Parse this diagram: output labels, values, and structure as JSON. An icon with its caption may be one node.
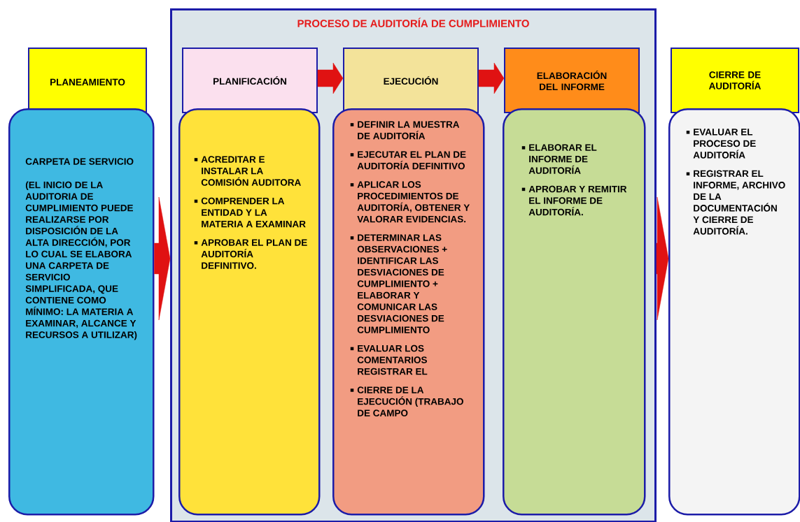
{
  "diagram": {
    "nodes": [
      {
        "text": [
          "PLANEAMIENTO"
        ]
      },
      {
        "text": [
          "CARPETA DE SERVICIO",
          "(EL INICIO DE LA AUDITORIA DE CUMPLIMIENTO PUEDE REALIZARSE POR DISPOSICIÓN DE LA ALTA DIRECCIÓN, POR LO CUAL SE ELABORA UNA CARPETA DE SERVICIO SIMPLIFICADA, QUE CONTIENE COMO MÍNIMO: LA MATERIA A EXAMINAR, ALCANCE Y RECURSOS A UTILIZAR)"
        ]
      },
      {
        "text": [
          "PROCESO DE AUDITORÍA DE CUMPLIMIENTO"
        ]
      },
      {
        "text": [
          "PLANIFICACIÓN"
        ],
        "in": 2
      },
      {
        "text": [
          "ACREDITAR E INSTALAR LA COMISIÓN AUDITORA",
          "COMPRENDER LA ENTIDAD Y LA MATERIA A EXAMINAR",
          "APROBAR EL PLAN DE AUDITORÍA DEFINITIVO."
        ],
        "in": 2
      },
      {
        "text": [
          "EJECUCIÓN"
        ],
        "in": 2
      },
      {
        "text": [
          "DEFINIR LA MUESTRA DE AUDITORÍA",
          "EJECUTAR EL PLAN DE AUDITORÍA DEFINITIVO",
          "APLICAR LOS PROCEDIMIENTOS DE AUDITORÍA, OBTENER Y VALORAR EVIDENCIAS.",
          "DETERMINAR LAS OBSERVACIONES + IDENTIFICAR LAS DESVIACIONES DE CUMPLIMIENTO + ELABORAR Y COMUNICAR LAS DESVIACIONES DE CUMPLIMIENTO",
          "EVALUAR LOS COMENTARIOS REGISTRAR EL",
          "CIERRE DE LA EJECUCIÓN (TRABAJO DE CAMPO"
        ],
        "in": 2
      },
      {
        "text": [
          "ELABORACIÓN DEL INFORME"
        ],
        "in": 2
      },
      {
        "text": [
          "ELABORAR EL INFORME DE AUDITORÍA",
          "APROBAR Y REMITIR EL INFORME DE AUDITORÍA."
        ],
        "in": 2
      },
      {
        "text": [
          "CIERRE DE AUDITORÍA"
        ]
      },
      {
        "text": [
          "EVALUAR EL PROCESO DE AUDITORÍA",
          "REGISTRAR EL INFORME, ARCHIVO DE LA DOCUMENTACIÓN Y CIERRE DE AUDITORÍA."
        ]
      }
    ],
    "edges": [
      {
        "from": 1,
        "to": 2,
        "arrow": "to"
      },
      {
        "from": 3,
        "to": 5,
        "arrow": "to"
      },
      {
        "from": 5,
        "to": 7,
        "arrow": "to"
      },
      {
        "from": 2,
        "to": 10,
        "arrow": "to"
      }
    ]
  }
}
